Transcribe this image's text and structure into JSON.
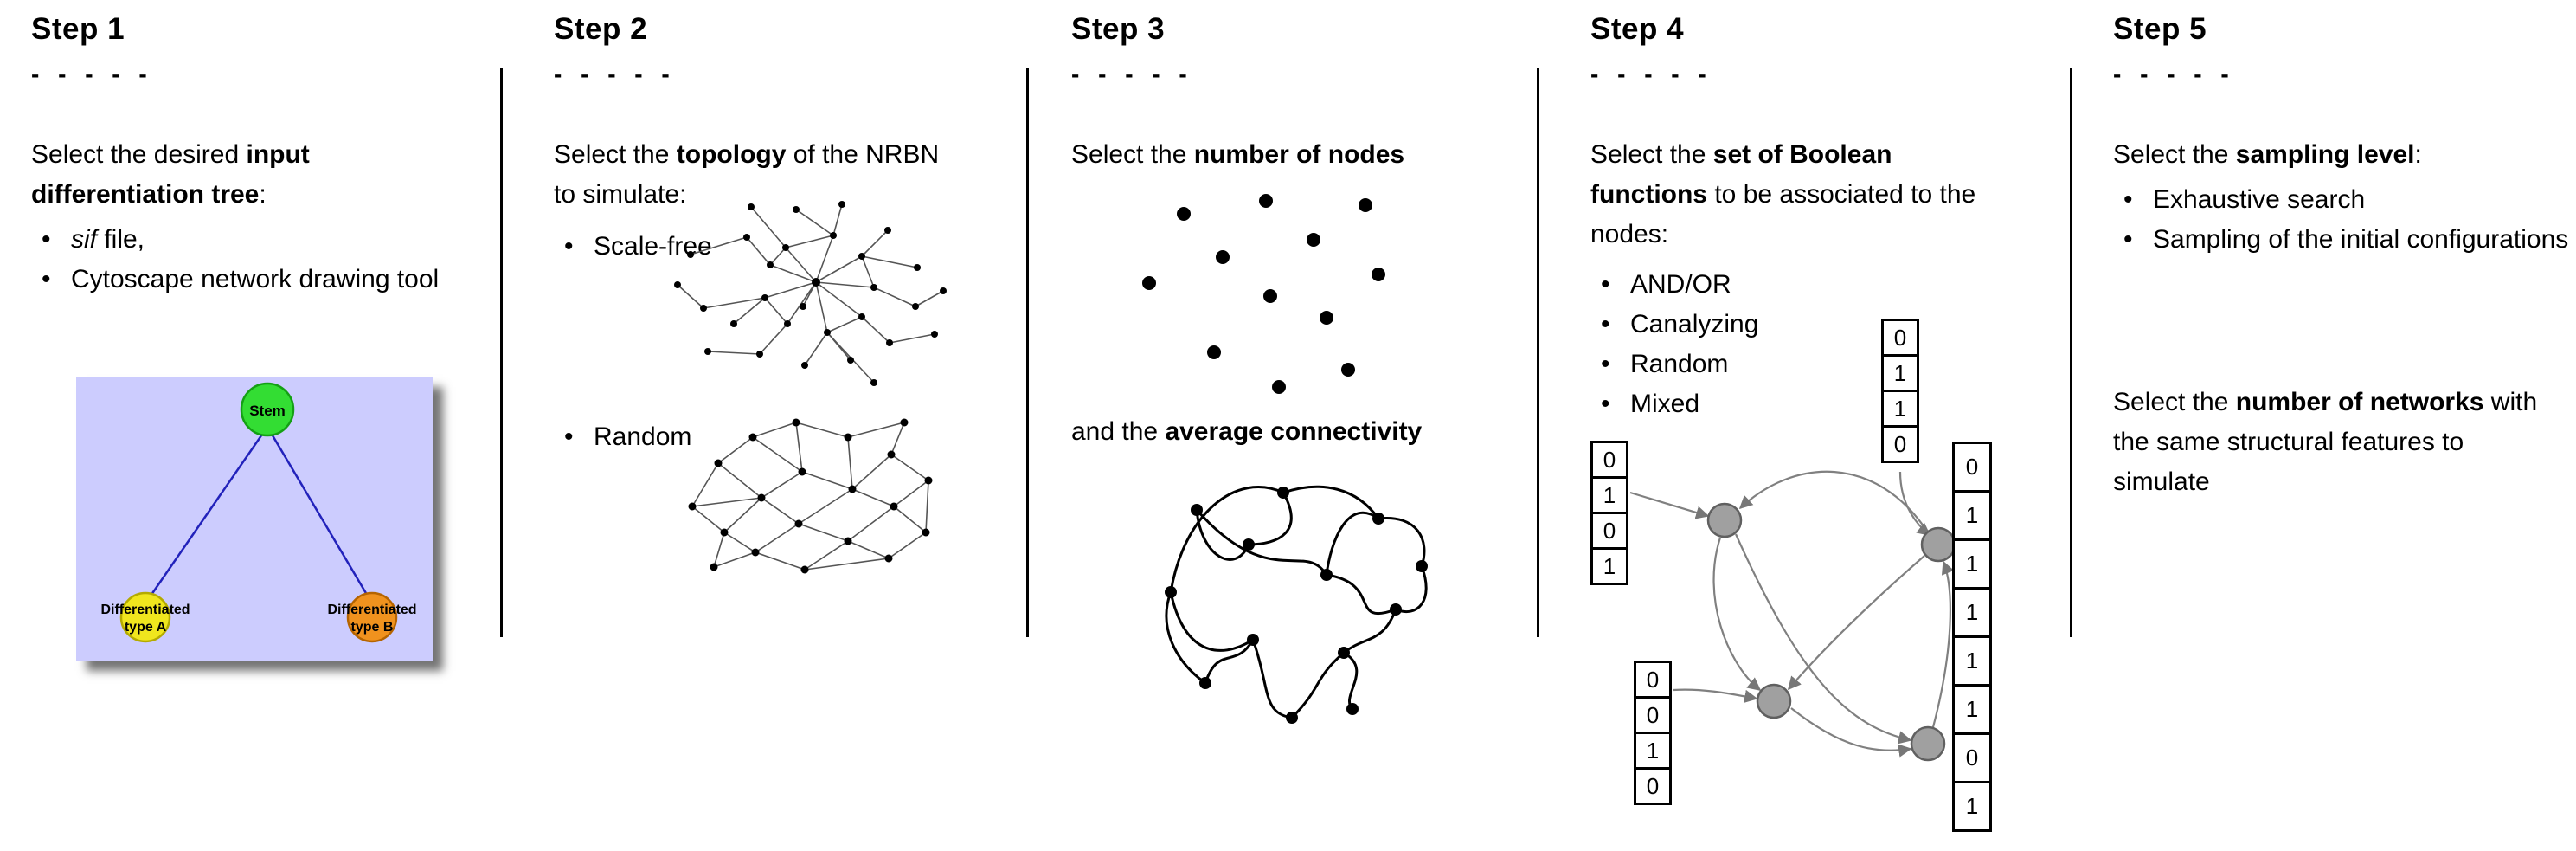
{
  "steps": {
    "step1": {
      "title": "Step 1",
      "dashes": "- - - - -",
      "intro": {
        "pre": "Select the desired ",
        "bold": "input differentiation tree",
        "post": ":"
      },
      "bullet1_italic": "sif",
      "bullet1_rest": " file,",
      "bullet2": "Cytoscape network drawing tool",
      "tree": {
        "stem_label": "Stem",
        "type_a_line1": "Differentiated",
        "type_a_line2": "type A",
        "type_b_line1": "Differentiated",
        "type_b_line2": "type B",
        "colors": {
          "background": "#ccccfe",
          "stem": "#33dd33",
          "type_a": "#f0e61e",
          "type_b": "#f0921e",
          "edge": "#2222bb"
        }
      }
    },
    "step2": {
      "title": "Step 2",
      "dashes": "- - - - -",
      "intro": {
        "pre": "Select the ",
        "bold": "topology",
        "post": " of the NRBN to simulate:"
      },
      "bullets": [
        "Scale-free",
        "Random"
      ]
    },
    "step3": {
      "title": "Step 3",
      "dashes": "- - - - -",
      "line1": {
        "pre": "Select the ",
        "bold": "number of nodes"
      },
      "line2": {
        "pre": "and the ",
        "bold": "average connectivity"
      }
    },
    "step4": {
      "title": "Step 4",
      "dashes": "- - - - -",
      "intro": {
        "pre": "Select the ",
        "bold": "set of Boolean functions",
        "post": " to be associated to the nodes:"
      },
      "bullets": [
        "AND/OR",
        "Canalyzing",
        "Random",
        "Mixed"
      ],
      "truth_tables": {
        "left": [
          "0",
          "1",
          "0",
          "1"
        ],
        "top": [
          "0",
          "1",
          "1",
          "0"
        ],
        "bottom_left": [
          "0",
          "0",
          "1",
          "0"
        ],
        "right": [
          "0",
          "1",
          "1",
          "1",
          "1",
          "1",
          "0",
          "1"
        ]
      }
    },
    "step5": {
      "title": "Step 5",
      "dashes": "- - - - -",
      "intro": {
        "pre": "Select the ",
        "bold": "sampling level",
        "post": ":"
      },
      "bullets": [
        "Exhaustive search",
        "Sampling of the initial configurations"
      ],
      "para2": {
        "pre": "Select the ",
        "bold": "number of networks",
        "post": " with the same structural features to simulate"
      }
    }
  }
}
